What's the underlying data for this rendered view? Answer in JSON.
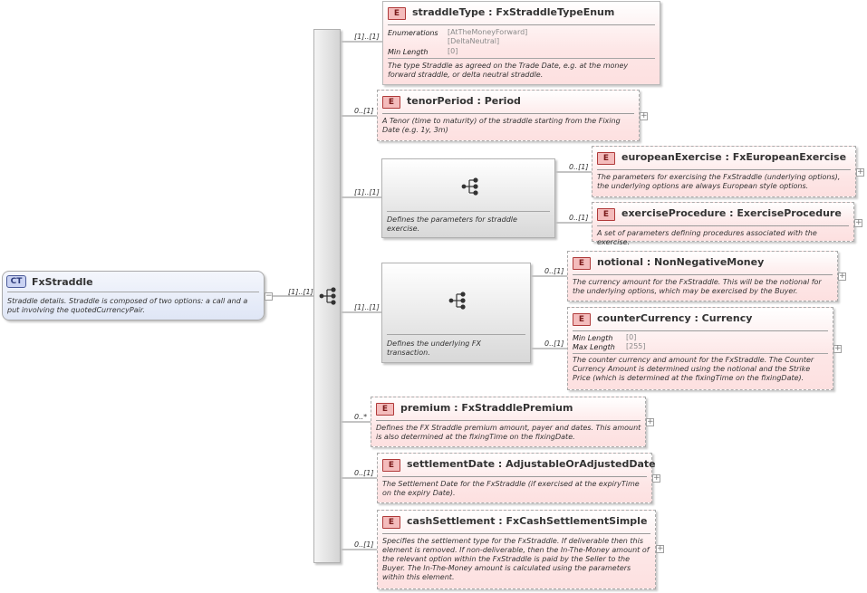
{
  "root": {
    "badge": "CT",
    "name": "FxStraddle",
    "description": "Straddle details. Straddle is composed of two options: a call and a put involving the quotedCurrencyPair.",
    "collapse_glyph": "−",
    "multiplicity": "[1]..[1]"
  },
  "sequence_1": {
    "description": "Defines the parameters for straddle exercise.",
    "multiplicity": "[1]..[1]"
  },
  "sequence_2": {
    "description": "Defines the underlying FX transaction.",
    "multiplicity": "[1]..[1]"
  },
  "elements": {
    "straddleType": {
      "badge": "E",
      "title": "straddleType : FxStraddleTypeEnum",
      "multiplicity": "[1]..[1]",
      "enum_label": "Enumerations",
      "enum_values": [
        "[AtTheMoneyForward]",
        "[DeltaNeutral]"
      ],
      "minlen_label": "Min Length",
      "minlen_value": "[0]",
      "description": "The type Straddle as agreed on the Trade Date, e.g. at the money forward straddle, or delta neutral straddle."
    },
    "tenorPeriod": {
      "badge": "E",
      "title": "tenorPeriod : Period",
      "multiplicity": "0..[1]",
      "description": "A Tenor (time to maturity) of the straddle starting from the Fixing Date (e.g. 1y, 3m)",
      "expand_glyph": "+"
    },
    "europeanExercise": {
      "badge": "E",
      "title": "europeanExercise : FxEuropeanExercise",
      "multiplicity": "0..[1]",
      "description": "The parameters for exercising the FxStraddle (underlying options), the underlying options are always European style options.",
      "expand_glyph": "+"
    },
    "exerciseProcedure": {
      "badge": "E",
      "title": "exerciseProcedure : ExerciseProcedure",
      "multiplicity": "0..[1]",
      "description": "A set of parameters defining procedures associated with the exercise.",
      "expand_glyph": "+"
    },
    "notional": {
      "badge": "E",
      "title": "notional  : NonNegativeMoney",
      "multiplicity": "0..[1]",
      "description": "The currency amount for the FxStraddle. This will be the notional for the underlying options, which may be exercised by the Buyer.",
      "expand_glyph": "+"
    },
    "counterCurrency": {
      "badge": "E",
      "title": "counterCurrency : Currency",
      "multiplicity": "0..[1]",
      "minlen_label": "Min Length",
      "minlen_value": "[0]",
      "maxlen_label": "Max Length",
      "maxlen_value": "[255]",
      "description": "The counter currency and amount for the FxStraddle. The Counter Currency Amount is determined using the notional and the Strike Price (which is determined at the fixingTime on the fixingDate).",
      "expand_glyph": "+"
    },
    "premium": {
      "badge": "E",
      "title": "premium : FxStraddlePremium",
      "multiplicity": "0..*",
      "description": "Defines the FX Straddle premium amount, payer and dates. This amount is also determined at the fixingTime on the fixingDate.",
      "expand_glyph": "+"
    },
    "settlementDate": {
      "badge": "E",
      "title": "settlementDate : AdjustableOrAdjustedDate",
      "multiplicity": "0..[1]",
      "description": "The Settlement Date for the FxStraddle (if exercised at the expiryTime on the expiry Date).",
      "expand_glyph": "+"
    },
    "cashSettlement": {
      "badge": "E",
      "title": "cashSettlement : FxCashSettlementSimple",
      "multiplicity": "0..[1]",
      "description": "Specifies the settlement type for the FxStraddle. If deliverable then this element is removed. If non-deliverable, then the In-The-Money amount of the relevant option within the FxStraddle is paid by the Seller to the Buyer. The In-The-Money amount is calculated using the parameters within this element.",
      "expand_glyph": "+"
    }
  },
  "icons": {
    "sequence": "sequence-compositor-icon",
    "expand": "expand-plus-icon",
    "collapse": "collapse-minus-icon"
  },
  "colors": {
    "element_fill": "#fde0e0",
    "element_badge": "#f4bcbc",
    "complex_type_fill": "#dfe6f6",
    "sequence_fill": "#d8d8d8"
  }
}
